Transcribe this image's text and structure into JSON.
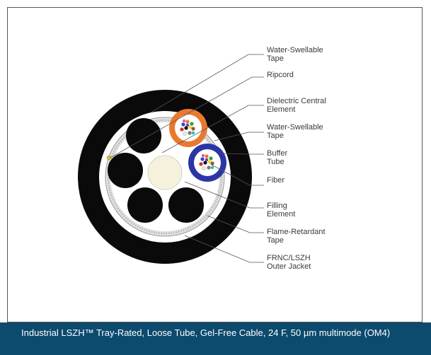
{
  "labels": [
    {
      "id": "water-swellable-tape-outer",
      "lines": [
        "Water-Swellable",
        "Tape"
      ]
    },
    {
      "id": "ripcord",
      "lines": [
        "Ripcord"
      ]
    },
    {
      "id": "dielectric-central-element",
      "lines": [
        "Dielectric Central",
        "Element"
      ]
    },
    {
      "id": "water-swellable-tape-inner",
      "lines": [
        "Water-Swellable",
        "Tape"
      ]
    },
    {
      "id": "buffer-tube",
      "lines": [
        "Buffer",
        "Tube"
      ]
    },
    {
      "id": "fiber",
      "lines": [
        "Fiber"
      ]
    },
    {
      "id": "filling-element",
      "lines": [
        "Filling",
        "Element"
      ]
    },
    {
      "id": "flame-retardant-tape",
      "lines": [
        "Flame-Retardant",
        "Tape"
      ]
    },
    {
      "id": "outer-jacket",
      "lines": [
        "FRNC/LSZH",
        "Outer Jacket"
      ]
    }
  ],
  "caption": "Industrial LSZH™ Tray-Rated, Loose Tube, Gel-Free Cable, 24 F, 50 µm multimode (OM4)",
  "colors": {
    "jacket": "#0a0a0a",
    "caption_bg": "#0c4a6e",
    "buffer_tube_orange": "#e8792e",
    "buffer_tube_blue": "#2a36a6",
    "central_element": "#f6f1dc"
  }
}
